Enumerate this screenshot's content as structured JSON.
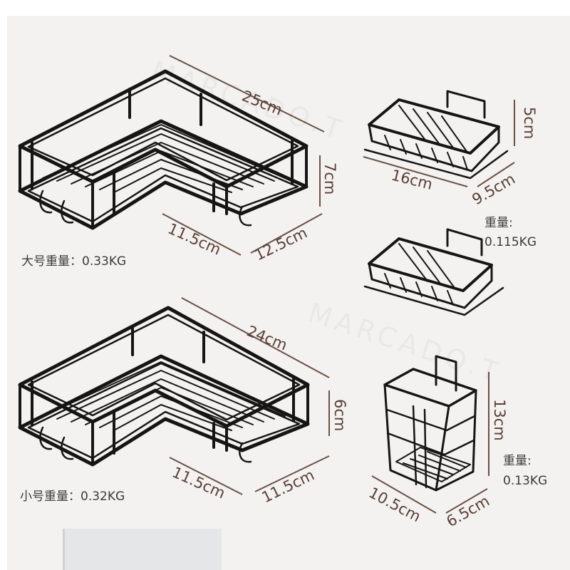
{
  "large_corner_shelf": {
    "width": "25cm",
    "height": "7cm",
    "side_a": "11.5cm",
    "side_b": "12.5cm",
    "weight_label": "大号重量：0.33KG"
  },
  "small_corner_shelf": {
    "width": "24cm",
    "height": "6cm",
    "side_a": "11.5cm",
    "side_b": "11.5cm",
    "weight_label": "小号重量：0.32KG"
  },
  "soap_dish": {
    "height": "5cm",
    "length": "16cm",
    "depth": "9.5cm",
    "weight_title": "重量:",
    "weight_value": "0.115KG"
  },
  "toothbrush_holder": {
    "height": "13cm",
    "length": "10.5cm",
    "depth": "6.5cm",
    "weight_title": "重量:",
    "weight_value": "0.13KG"
  },
  "colors": {
    "background": "#f3f2f0",
    "wire": "#151515",
    "dimension_text": "#5a3f35"
  }
}
